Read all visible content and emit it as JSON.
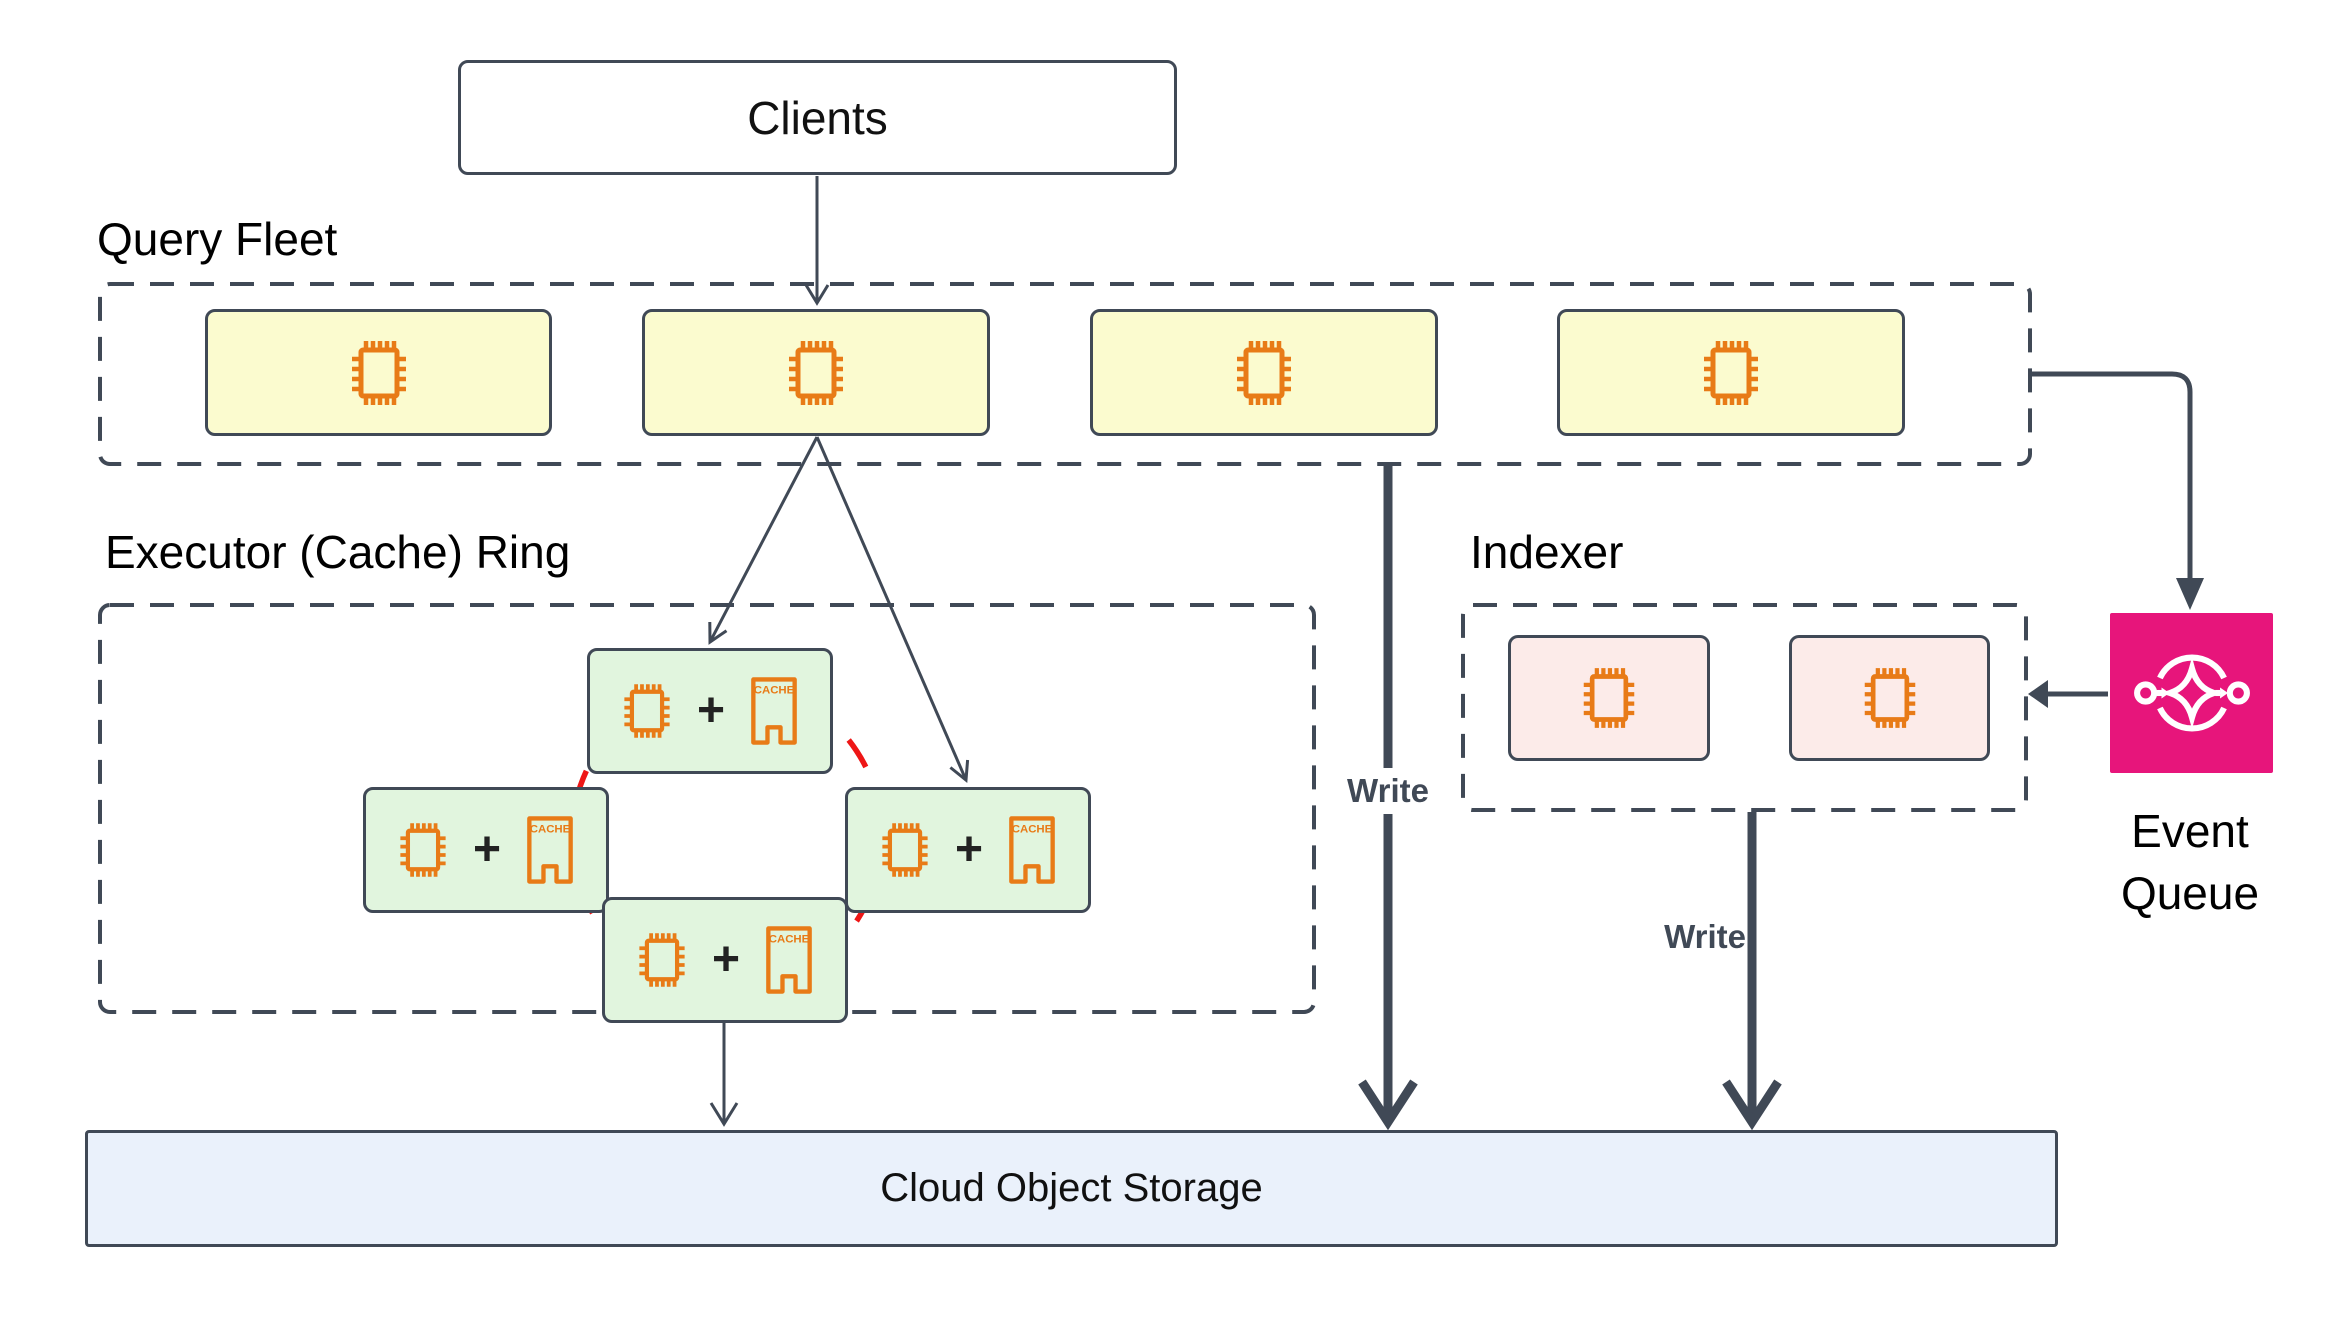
{
  "diagram": {
    "clients": {
      "label": "Clients"
    },
    "query_fleet": {
      "title": "Query Fleet",
      "node_count": 4
    },
    "executor_ring": {
      "title": "Executor (Cache) Ring",
      "node_count": 4,
      "plus": "+",
      "cache_label": "CACHE"
    },
    "indexer": {
      "title": "Indexer",
      "node_count": 2
    },
    "event_queue": {
      "label_line1": "Event",
      "label_line2": "Queue"
    },
    "storage": {
      "label": "Cloud Object Storage"
    },
    "edges": {
      "write_label_1": "Write",
      "write_label_2": "Write"
    },
    "colors": {
      "dark": "#404956",
      "orange": "#E87B17",
      "yellow": "#FBFBCF",
      "green": "#E1F5DE",
      "pink_light": "#FCEBE9",
      "pink": "#E7157B",
      "blue": "#EAF1FB",
      "red": "#EE1616"
    }
  }
}
